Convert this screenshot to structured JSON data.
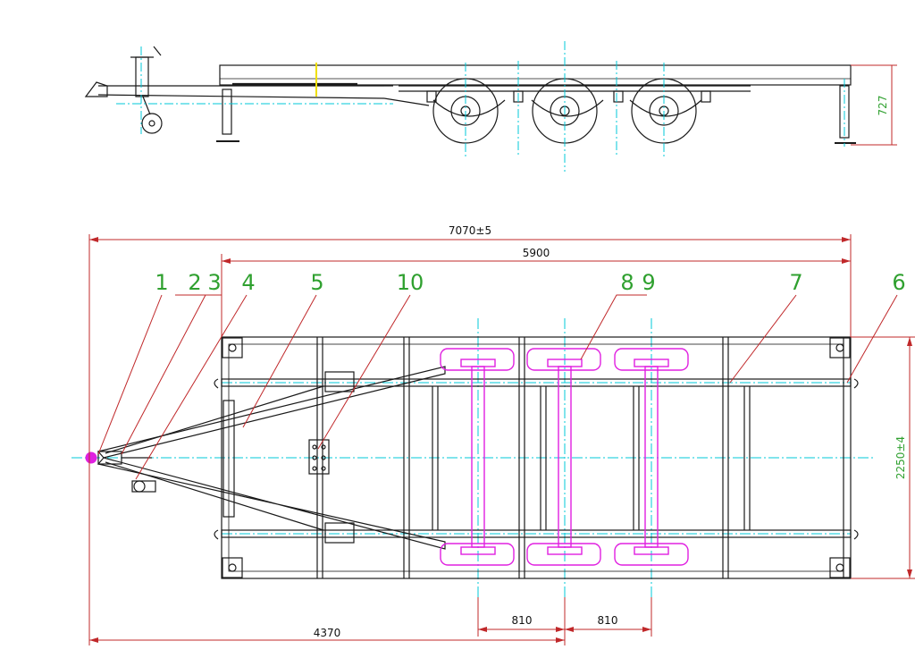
{
  "colors": {
    "outline": "#1a1a1a",
    "dimension": "#c0282a",
    "centerline": "#00c8d8",
    "axle": "#e020e0",
    "callout_text": "#2fa02f",
    "hitch_accent": "#f0e000"
  },
  "dimensions": {
    "overall_length": "7070±5",
    "frame_length": "5900",
    "overall_width": "2250±4",
    "side_height": "727",
    "axle_spacing_1": "810",
    "axle_spacing_2": "810",
    "hitch_to_axle": "4370"
  },
  "callouts": [
    "1",
    "2",
    "3",
    "4",
    "5",
    "10",
    "8",
    "9",
    "7",
    "6"
  ]
}
